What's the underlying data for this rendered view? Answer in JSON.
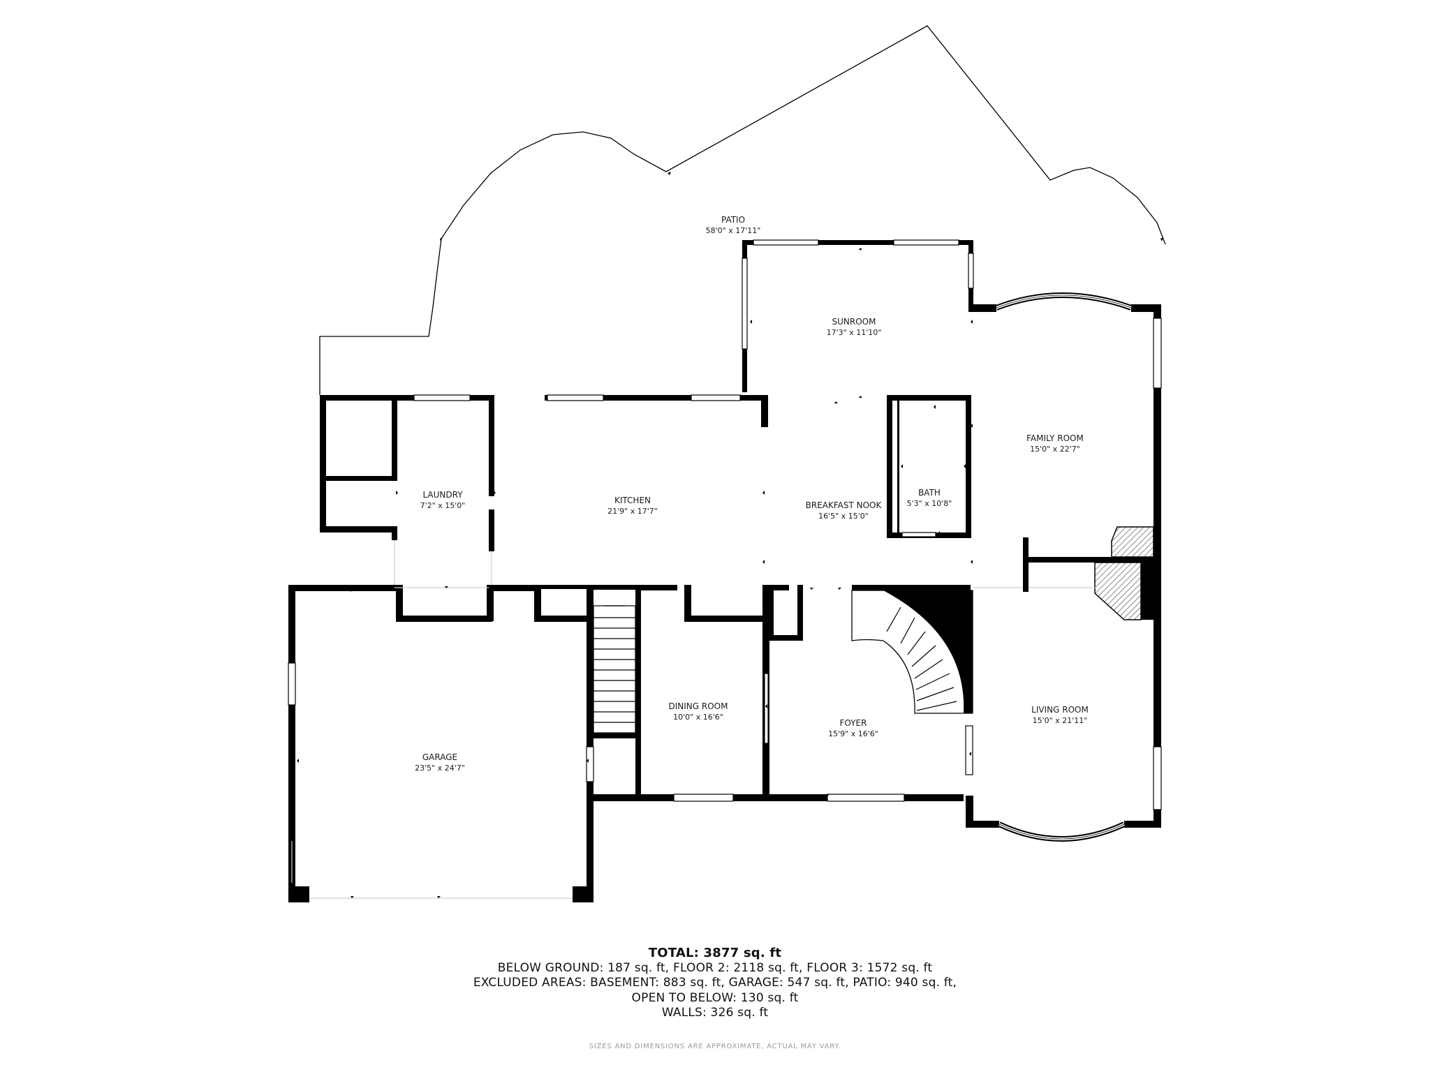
{
  "rooms": {
    "patio": {
      "name": "PATIO",
      "dim": "58'0\" x 17'11\""
    },
    "sunroom": {
      "name": "SUNROOM",
      "dim": "17'3\" x 11'10\""
    },
    "family": {
      "name": "FAMILY ROOM",
      "dim": "15'0\" x 22'7\""
    },
    "laundry": {
      "name": "LAUNDRY",
      "dim": "7'2\" x 15'0\""
    },
    "kitchen": {
      "name": "KITCHEN",
      "dim": "21'9\" x 17'7\""
    },
    "nook": {
      "name": "BREAKFAST NOOK",
      "dim": "16'5\" x 15'0\""
    },
    "bath": {
      "name": "BATH",
      "dim": "5'3\" x 10'8\""
    },
    "dining": {
      "name": "DINING ROOM",
      "dim": "10'0\" x 16'6\""
    },
    "foyer": {
      "name": "FOYER",
      "dim": "15'9\" x 16'6\""
    },
    "living": {
      "name": "LIVING ROOM",
      "dim": "15'0\" x 21'11\""
    },
    "garage": {
      "name": "GARAGE",
      "dim": "23'5\" x 24'7\""
    }
  },
  "summary": {
    "total": "TOTAL: 3877 sq. ft",
    "line1": "BELOW GROUND: 187 sq. ft, FLOOR 2: 2118 sq. ft, FLOOR 3: 1572 sq. ft",
    "line2": "EXCLUDED AREAS: BASEMENT: 883 sq. ft, GARAGE: 547 sq. ft, PATIO: 940 sq. ft,",
    "line3": "OPEN TO BELOW: 130 sq. ft",
    "line4": "WALLS: 326 sq. ft"
  },
  "disclaimer": "SIZES AND DIMENSIONS ARE APPROXIMATE, ACTUAL MAY VARY."
}
